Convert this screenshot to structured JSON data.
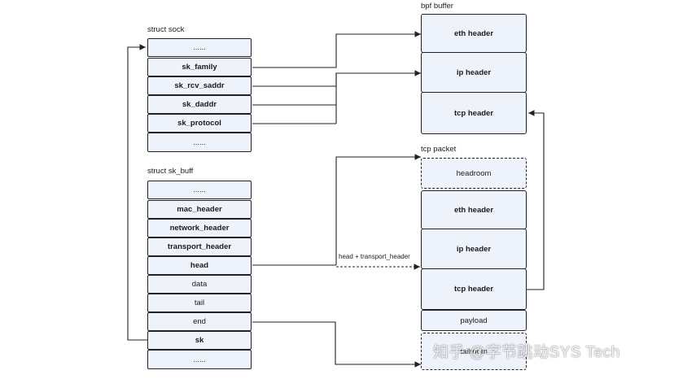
{
  "struct_sock": {
    "label": "struct sock",
    "fields": [
      "......",
      "sk_family",
      "sk_rcv_saddr",
      "sk_daddr",
      "sk_protocol",
      "......"
    ]
  },
  "struct_sk_buff": {
    "label": "struct sk_buff",
    "fields": [
      "......",
      "mac_header",
      "network_header",
      "transport_header",
      "head",
      "data",
      "tail",
      "end",
      "sk",
      "......"
    ]
  },
  "bpf_buffer": {
    "label": "bpf buffer",
    "boxes": [
      "eth header",
      "ip header",
      "tcp header"
    ]
  },
  "tcp_packet": {
    "label": "tcp packet",
    "headroom": "headroom",
    "boxes": [
      "eth header",
      "ip header",
      "tcp header"
    ],
    "payload": "payload",
    "tailroom": "tailroom"
  },
  "edges": {
    "head_label": "head + transport_header"
  },
  "watermark": "知乎 @字节跳动SYS Tech"
}
